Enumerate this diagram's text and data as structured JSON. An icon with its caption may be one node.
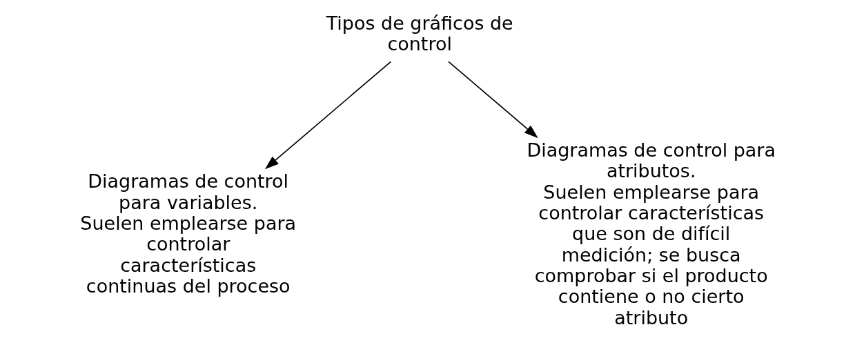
{
  "diagram": {
    "nodes": [
      {
        "text": [
          "Tipos de gráficos de control"
        ]
      },
      {
        "text": [
          "Diagramas de control para variables.",
          "Suelen emplearse para controlar características continuas del proceso"
        ]
      },
      {
        "text": [
          "Diagramas de control para atributos.",
          "Suelen emplearse para controlar características que son de difícil medición; se busca comprobar si el producto contiene o no cierto atributo"
        ]
      }
    ],
    "edges": [
      {
        "from": 0,
        "to": 1,
        "arrow": "to"
      },
      {
        "from": 0,
        "to": 2,
        "arrow": "to"
      }
    ]
  }
}
